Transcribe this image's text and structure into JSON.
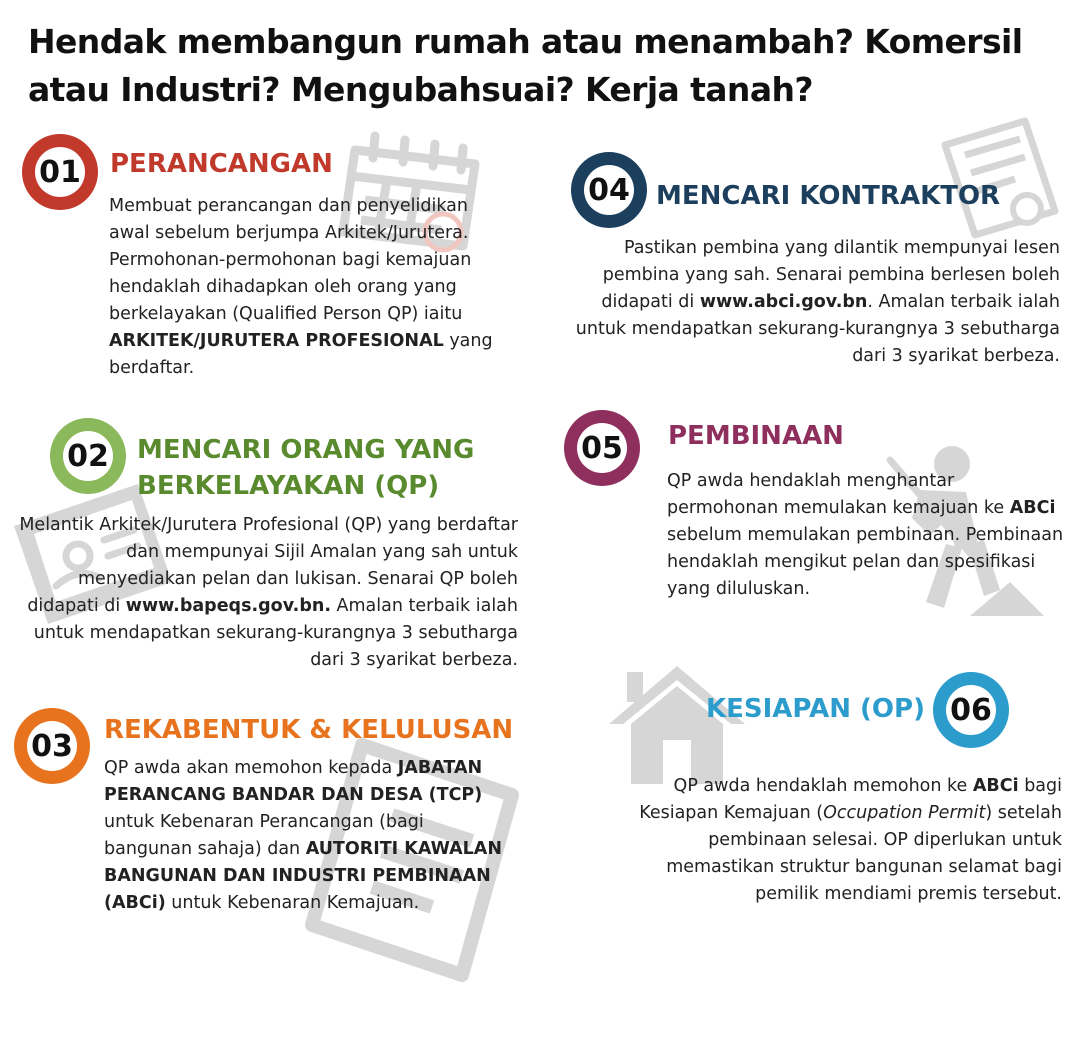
{
  "title": "Hendak membangun rumah atau menambah? Komersil atau Industri? Mengubahsuai? Kerja tanah?",
  "colors": {
    "s1": "#c0392b",
    "s2": "#5a8a2e",
    "s3": "#e8731e",
    "s4": "#1d3f5e",
    "s5": "#8e2f5d",
    "s6": "#2b9ccb",
    "watermark": "#d6d6d6"
  },
  "steps": [
    {
      "number": "01",
      "heading": "PERANCANGAN",
      "text_1": "Membuat perancangan dan penyelidikan awal sebelum berjumpa Arkitek/Jurutera. Permohonan-permohonan bagi kemajuan hendaklah dihadapkan oleh orang yang berkelayakan (Qualified Person QP) iaitu ",
      "bold_1": "ARKITEK/JURUTERA PROFESIONAL",
      "text_2": " yang berdaftar.",
      "icon": "calendar-icon"
    },
    {
      "number": "02",
      "heading": "MENCARI ORANG YANG BERKELAYAKAN (QP)",
      "text_1": "Melantik Arkitek/Jurutera Profesional (QP) yang berdaftar dan mempunyai Sijil Amalan yang sah untuk menyediakan pelan dan lukisan. Senarai QP boleh didapati di ",
      "bold_1": "www.bapeqs.gov.bn.",
      "text_2": " Amalan terbaik ialah untuk mendapatkan sekurang-kurangnya 3 sebutharga dari 3 syarikat berbeza.",
      "icon": "ticket-icon"
    },
    {
      "number": "03",
      "heading": "REKABENTUK & KELULUSAN",
      "text_1": "QP awda akan memohon kepada ",
      "bold_1": "JABATAN PERANCANG BANDAR DAN DESA (TCP)",
      "text_2": " untuk Kebenaran Perancangan (bagi bangunan sahaja) dan ",
      "bold_2": "AUTORITI KAWALAN BANGUNAN DAN INDUSTRI PEMBINAAN (ABCi)",
      "text_3": " untuk Kebenaran Kemajuan.",
      "icon": "document-icon"
    },
    {
      "number": "04",
      "heading": "MENCARI KONTRAKTOR",
      "text_1": "Pastikan pembina yang dilantik mempunyai lesen pembina yang sah. Senarai pembina berlesen boleh didapati di ",
      "bold_1": "www.abci.gov.bn",
      "text_2": ". Amalan terbaik ialah untuk mendapatkan sekurang-kurangnya 3 sebutharga dari 3 syarikat berbeza.",
      "icon": "certificate-icon"
    },
    {
      "number": "05",
      "heading": "PEMBINAAN",
      "text_1": "QP awda hendaklah menghantar permohonan memulakan kemajuan ke ",
      "bold_1": "ABCi",
      "text_2": " sebelum memulakan pembinaan. Pembinaan hendaklah mengikut pelan dan spesifikasi yang diluluskan.",
      "icon": "digging-worker-icon"
    },
    {
      "number": "06",
      "heading": "KESIAPAN (OP)",
      "text_1": "QP awda hendaklah memohon ke ",
      "bold_1": "ABCi",
      "text_2": " bagi Kesiapan Kemajuan (",
      "italic_1": "Occupation Permit",
      "text_3": ") setelah pembinaan selesai. OP diperlukan untuk memastikan struktur bangunan selamat bagi pemilik mendiami premis tersebut.",
      "icon": "house-icon"
    }
  ]
}
